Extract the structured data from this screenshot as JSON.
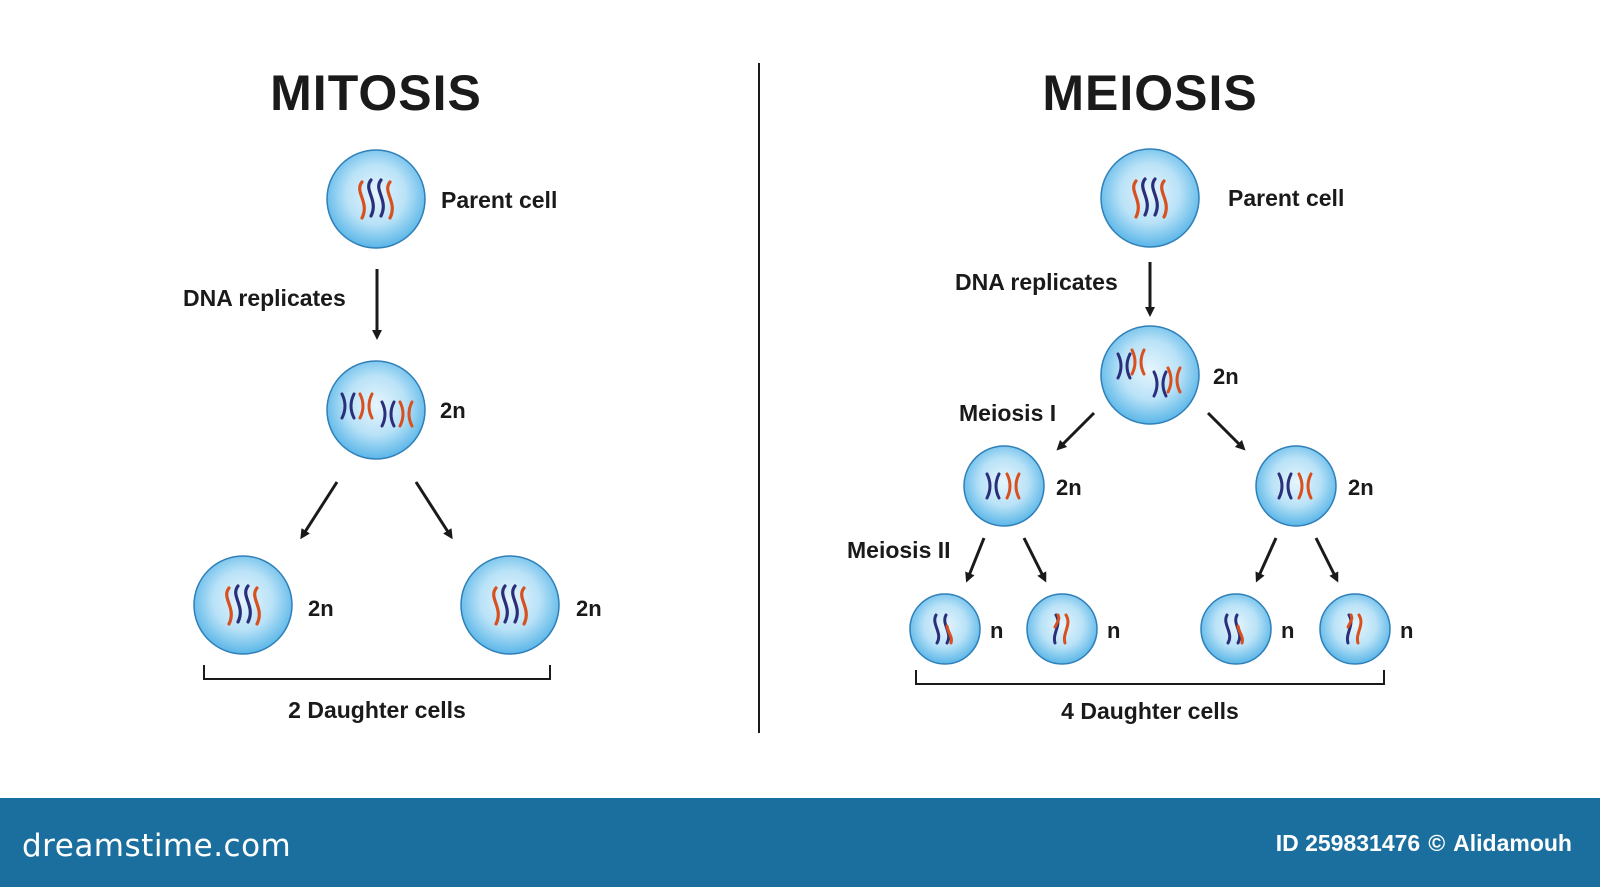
{
  "mitosis": {
    "title": "MITOSIS",
    "parent_label": "Parent cell",
    "replicate_label": "DNA replicates",
    "ploidy_replicated": "2n",
    "ploidy_daughter_left": "2n",
    "ploidy_daughter_right": "2n",
    "daughter_label": "2 Daughter cells"
  },
  "meiosis": {
    "title": "MEIOSIS",
    "parent_label": "Parent cell",
    "replicate_label": "DNA replicates",
    "ploidy_replicated": "2n",
    "stage1_label": "Meiosis I",
    "ploidy_m1_left": "2n",
    "ploidy_m1_right": "2n",
    "stage2_label": "Meiosis II",
    "ploidy_d1": "n",
    "ploidy_d2": "n",
    "ploidy_d3": "n",
    "ploidy_d4": "n",
    "daughter_label": "4 Daughter cells"
  },
  "footer": {
    "brand": "dreamstime.com",
    "id_text": "ID 259831476",
    "copyright": "©",
    "author": "Alidamouh"
  },
  "colors": {
    "cell_center": "#e6f5fd",
    "cell_edge": "#5ab6e8",
    "cell_stroke": "#2f7fb8",
    "chromosome_red": "#d9501f",
    "chromosome_blue": "#2b2f7a",
    "footer_bg": "#1a6f9e"
  }
}
